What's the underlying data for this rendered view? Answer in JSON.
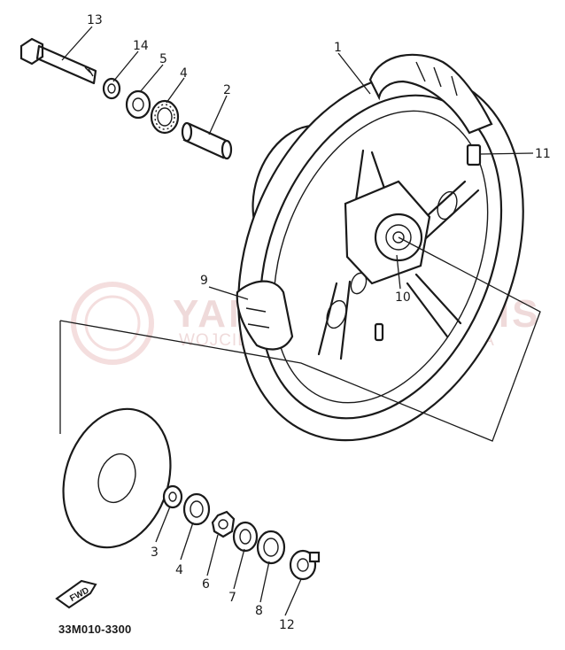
{
  "diagram_code": "33M010-3300",
  "fwd_label": "FWD",
  "watermark": {
    "brand": "YAMAHA-SERWIS",
    "subtitle": "WOJCIECHOWSKI DEALER YAMAHA"
  },
  "callouts": [
    {
      "id": "13",
      "label": "13"
    },
    {
      "id": "14",
      "label": "14"
    },
    {
      "id": "5a",
      "label": "5"
    },
    {
      "id": "4a",
      "label": "4"
    },
    {
      "id": "2",
      "label": "2"
    },
    {
      "id": "1",
      "label": "1"
    },
    {
      "id": "11",
      "label": "11"
    },
    {
      "id": "9",
      "label": "9"
    },
    {
      "id": "10",
      "label": "10"
    },
    {
      "id": "3",
      "label": "3"
    },
    {
      "id": "4b",
      "label": "4"
    },
    {
      "id": "6",
      "label": "6"
    },
    {
      "id": "7",
      "label": "7"
    },
    {
      "id": "8",
      "label": "8"
    },
    {
      "id": "12",
      "label": "12"
    }
  ]
}
